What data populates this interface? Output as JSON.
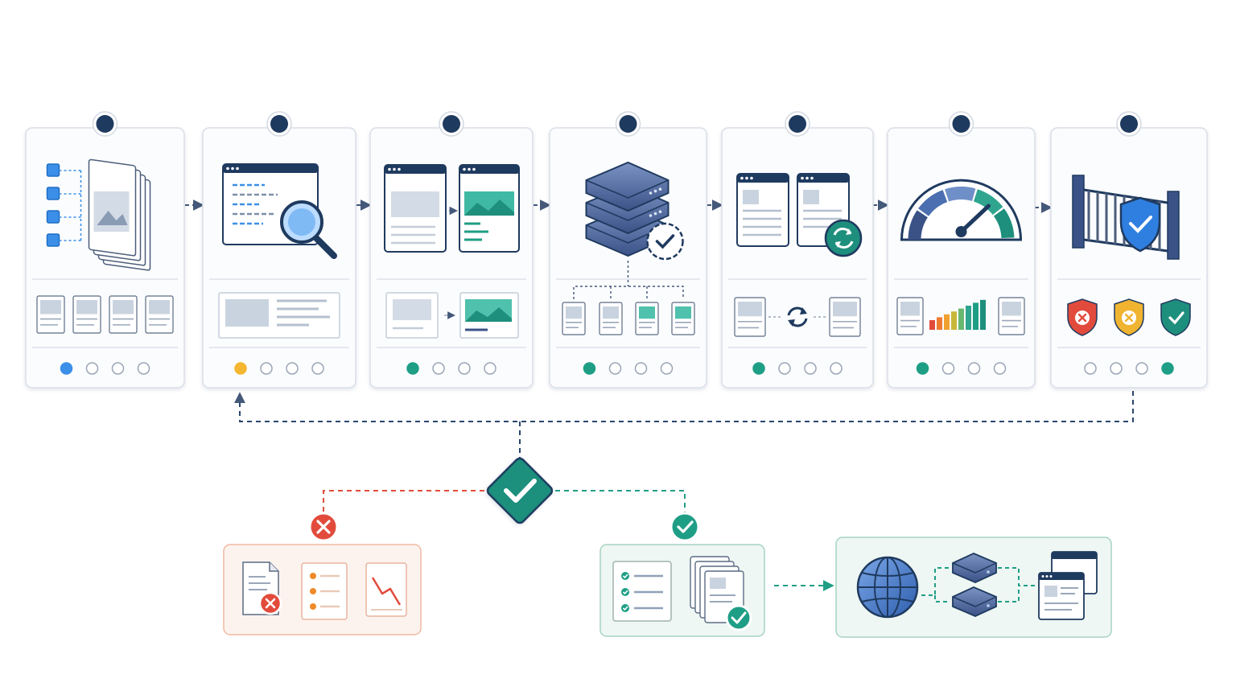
{
  "colors": {
    "navy": "#1f3a5f",
    "blue": "#3b8fe8",
    "yellow": "#f5b731",
    "teal": "#1f9e86",
    "red": "#e24b3c",
    "card_border": "#d9dee6",
    "fail_panel_bg": "#fdf3ee",
    "fail_panel_border": "#f0b9a2",
    "pass_panel_bg": "#eef7f3",
    "pass_panel_border": "#a6d4c2"
  },
  "stages": [
    {
      "icon": "document-stack-icon",
      "sub_icon": "document-thumbnails-icon",
      "active_dot": 0,
      "dot_color": "blue"
    },
    {
      "icon": "browser-magnifier-icon",
      "sub_icon": "content-block-icon",
      "active_dot": 0,
      "dot_color": "yellow"
    },
    {
      "icon": "page-transform-icon",
      "sub_icon": "page-compare-icon",
      "active_dot": 0,
      "dot_color": "teal"
    },
    {
      "icon": "server-stack-check-icon",
      "sub_icon": "distribution-tree-icon",
      "active_dot": 0,
      "dot_color": "teal"
    },
    {
      "icon": "page-sync-icon",
      "sub_icon": "sync-cycle-icon",
      "active_dot": 0,
      "dot_color": "teal"
    },
    {
      "icon": "speedometer-gauge-icon",
      "sub_icon": "bar-levels-icon",
      "active_dot": 0,
      "dot_color": "teal"
    },
    {
      "icon": "gate-shield-icon",
      "sub_icon": "shield-status-icon",
      "active_dot": 3,
      "dot_color": "teal"
    }
  ],
  "decision": {
    "icon": "check-diamond-icon"
  },
  "fail_branch": {
    "badge_icon": "x-circle-icon",
    "items": [
      "document-error-icon",
      "issue-list-icon",
      "declining-chart-icon"
    ]
  },
  "pass_branch": {
    "badge_icon": "check-circle-icon",
    "items": [
      "checklist-icon",
      "approved-documents-icon"
    ]
  },
  "deploy": {
    "items": [
      "globe-icon",
      "server-nodes-icon",
      "browser-windows-icon"
    ]
  }
}
